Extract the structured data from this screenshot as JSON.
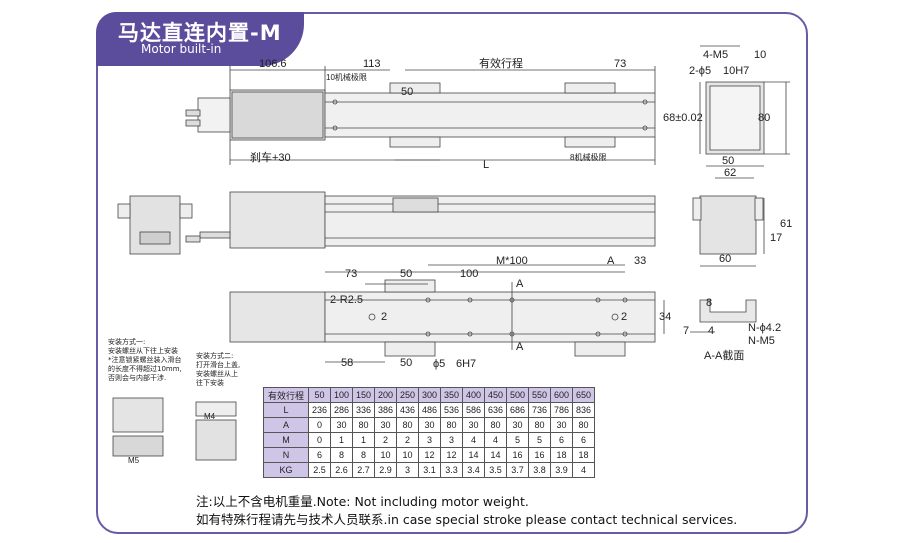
{
  "header": {
    "title": "马达直连内置-M",
    "subtitle": "Motor built-in"
  },
  "colors": {
    "accent": "#5b4d9c",
    "table_header": "#cfc6e7"
  },
  "dims": {
    "d106": "106.6",
    "d113": "113",
    "stroke": "有效行程",
    "d73": "73",
    "d50": "50",
    "L": "L",
    "brake": "刹车+30",
    "limit10": "10机械极限",
    "limit8": "8机械极限",
    "m5": "4-M5",
    "depth10": "10",
    "phi5": "2-ϕ5",
    "h10h7": "10H7",
    "d68": "68±0.02",
    "d80": "80",
    "d50b": "50",
    "d62": "62",
    "d61": "61",
    "d17": "17",
    "d60": "60",
    "d73b": "73",
    "d50c": "50",
    "d100": "100",
    "m100": "M*100",
    "A1": "A",
    "d33": "33",
    "A2": "A",
    "A3": "A",
    "r25": "2-R2.5",
    "n2a": "2",
    "n2b": "2",
    "d34": "34",
    "d58": "58",
    "d50d": "50",
    "phi56h7": "ϕ5",
    "h6h7": "6H7",
    "s8": "8",
    "s7": "7",
    "s4": "4",
    "n42": "N-ϕ4.2",
    "nm5": "N-M5",
    "aa": "A-A截面",
    "m4": "M4",
    "m5b": "M5"
  },
  "notes": {
    "m1_title": "安装方式一:",
    "m1_l1": "安装螺丝从下往上安装",
    "m1_l2": "*注意锁紧螺丝装入滑台",
    "m1_l3": "的长度不得超过10mm,",
    "m1_l4": "否则会与内部干涉.",
    "m2_title": "安装方式二:",
    "m2_l1": "打开滑台上盖,",
    "m2_l2": "安装螺丝从上",
    "m2_l3": "往下安装"
  },
  "table": {
    "header_label": "有效行程",
    "strokes": [
      "50",
      "100",
      "150",
      "200",
      "250",
      "300",
      "350",
      "400",
      "450",
      "500",
      "550",
      "600",
      "650"
    ],
    "rows": [
      {
        "label": "L",
        "values": [
          "236",
          "286",
          "336",
          "386",
          "436",
          "486",
          "536",
          "586",
          "636",
          "686",
          "736",
          "786",
          "836"
        ]
      },
      {
        "label": "A",
        "values": [
          "0",
          "30",
          "80",
          "30",
          "80",
          "30",
          "80",
          "30",
          "80",
          "30",
          "80",
          "30",
          "80"
        ]
      },
      {
        "label": "M",
        "values": [
          "0",
          "1",
          "1",
          "2",
          "2",
          "3",
          "3",
          "4",
          "4",
          "5",
          "5",
          "6",
          "6"
        ]
      },
      {
        "label": "N",
        "values": [
          "6",
          "8",
          "8",
          "10",
          "10",
          "12",
          "12",
          "14",
          "14",
          "16",
          "16",
          "18",
          "18"
        ]
      },
      {
        "label": "KG",
        "values": [
          "2.5",
          "2.6",
          "2.7",
          "2.9",
          "3",
          "3.1",
          "3.3",
          "3.4",
          "3.5",
          "3.7",
          "3.8",
          "3.9",
          "4"
        ]
      }
    ]
  },
  "footer": {
    "line1": "注:以上不含电机重量.Note: Not including motor weight.",
    "line2": "如有特殊行程请先与技术人员联系.in case special stroke please contact technical services."
  }
}
